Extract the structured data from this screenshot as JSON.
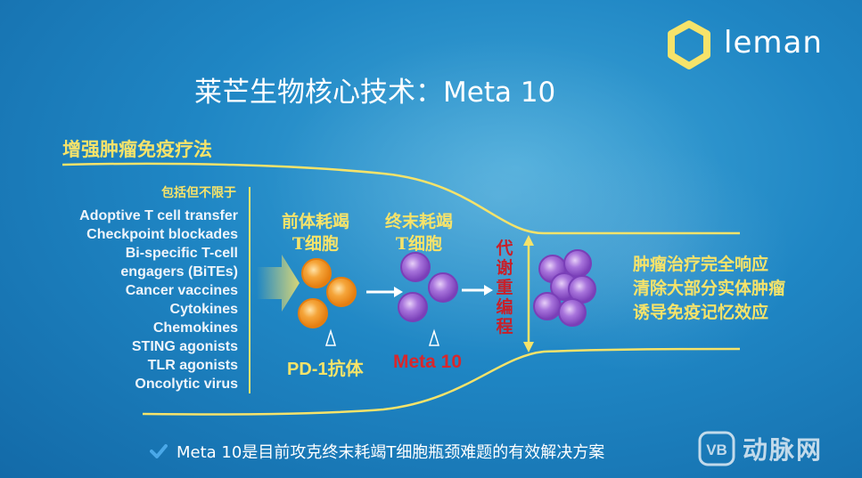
{
  "brand": {
    "name": "leman"
  },
  "title": "莱芒生物核心技术：Meta 10",
  "section_title": "增强肿瘤免疫疗法",
  "therapies": {
    "heading": "包括但不限于",
    "items": [
      "Adoptive T cell transfer",
      "Checkpoint blockades",
      "Bi-specific T-cell",
      "engagers (BiTEs)",
      "Cancer vaccines",
      "Cytokines",
      "Chemokines",
      "STING agonists",
      "TLR agonists",
      "Oncolytic virus"
    ]
  },
  "stages": {
    "precursor": {
      "line1": "前体耗竭",
      "line2": "T细胞"
    },
    "terminal": {
      "line1": "终末耗竭",
      "line2": "T细胞"
    }
  },
  "agents": {
    "pd1": "PD-1抗体",
    "meta": "Meta 10"
  },
  "reprogramming": "代谢重编程",
  "outcomes": [
    "肿瘤治疗完全响应",
    "清除大部分实体肿瘤",
    "诱导免疫记忆效应"
  ],
  "bottom_note": "Meta 10是目前攻克终末耗竭T细胞瓶颈难题的有效解决方案",
  "watermark": {
    "text": "动脉网",
    "badge": "VB"
  },
  "colors": {
    "accent_yellow": "#f6e36a",
    "precursor_cell": "#f08a1f",
    "terminal_cell": "#8a4fc4",
    "meta_red": "#d9262b",
    "background": "#1f86c4"
  },
  "icons": {
    "bullet": "checkmark-icon",
    "logo": "hexagon-ring-icon"
  }
}
